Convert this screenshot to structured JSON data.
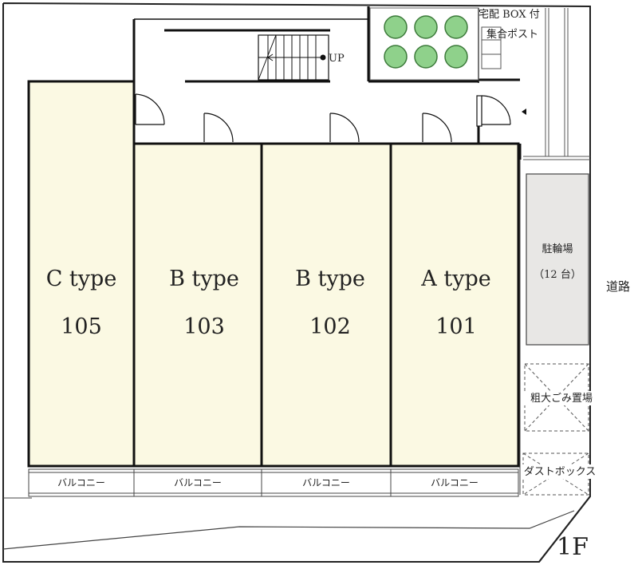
{
  "floor_label": "1F",
  "road_label": "道路",
  "stairs_label": "UP",
  "delivery_box": {
    "line1": "宅配 BOX 付",
    "line2": "集合ポスト"
  },
  "bicycle_parking": {
    "label": "駐輪場",
    "capacity": "（12 台）"
  },
  "bulky_waste_label": "粗大ごみ置場",
  "dust_box_label": "ダストボックス",
  "units": [
    {
      "type": "C type",
      "number": "105",
      "balcony": "バルコニー"
    },
    {
      "type": "B type",
      "number": "103",
      "balcony": "バルコニー"
    },
    {
      "type": "B type",
      "number": "102",
      "balcony": "バルコニー"
    },
    {
      "type": "A type",
      "number": "101",
      "balcony": "バルコニー"
    }
  ],
  "colors": {
    "unit_fill": "#fbf9e3",
    "parking_fill": "#e8e7e5",
    "tree_fill": "#8fd18b",
    "wall": "#111111"
  }
}
